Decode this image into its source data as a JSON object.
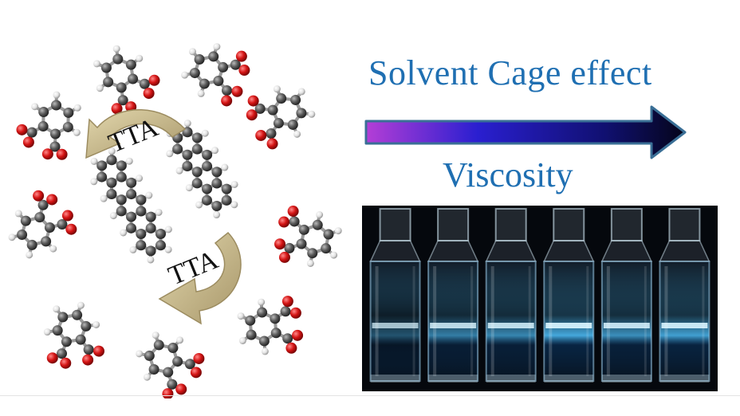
{
  "header": {
    "title": "Solvent Cage effect",
    "axis_label": "Viscosity"
  },
  "cycle": {
    "label_top": "TTA",
    "label_bottom": "TTA"
  },
  "colors": {
    "text_blue": "#1f6fb2",
    "arrow_start": "#b43ed6",
    "arrow_mid": "#2a1fd0",
    "arrow_end": "#05051a",
    "arrow_outline": "#3a6f96",
    "tta_arrow": "#c8b98a",
    "oxygen_atom": "#d41414",
    "carbon_atom": "#555555",
    "hydrogen_atom": "#e6e6e6",
    "emission_glow": "#4fc3ff"
  },
  "photo": {
    "vial_count": 6,
    "glow_intensity": [
      0.45,
      0.7,
      0.75,
      0.95,
      0.8,
      0.9
    ]
  },
  "icons": [
    "molecule-icon",
    "curved-arrow-icon",
    "gradient-arrow-icon"
  ]
}
